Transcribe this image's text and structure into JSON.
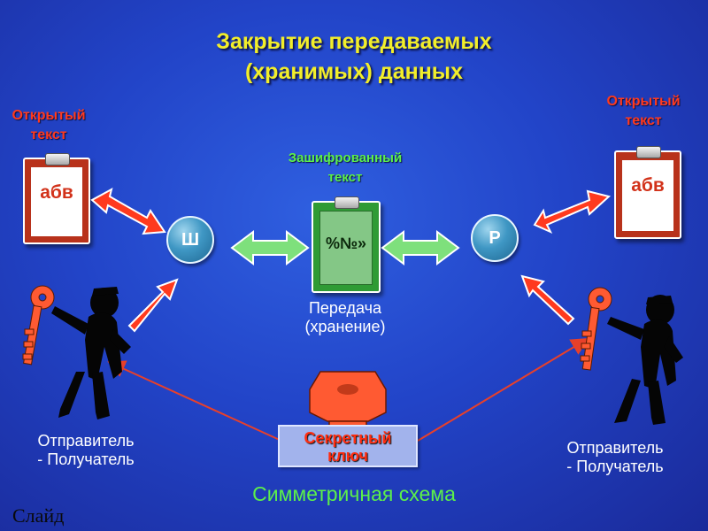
{
  "title_line1": "Закрытие передаваемых",
  "title_line2": "(хранимых) данных",
  "left_plaintext": {
    "line1": "Открытый",
    "line2": "текст",
    "board": "абв"
  },
  "right_plaintext": {
    "line1": "Открытый",
    "line2": "текст",
    "board": "абв"
  },
  "ciphertext": {
    "line1": "Зашифрованный",
    "line2": "текст",
    "board": "%№»"
  },
  "encrypt_node": "Ш",
  "decrypt_node": "Р",
  "transfer": {
    "line1": "Передача",
    "line2": "(хранение)"
  },
  "left_party": {
    "line1": "Отправитель",
    "line2": "- Получатель"
  },
  "right_party": {
    "line1": "Отправитель",
    "line2": "- Получатель"
  },
  "secret_key": {
    "line1": "Секретный",
    "line2": "ключ"
  },
  "scheme_caption": "Симметричная схема",
  "slide_label": "Слайд",
  "colors": {
    "title": "#f2ee2a",
    "red_label": "#ff3a1e",
    "green_label": "#5cf04a",
    "key": "#ff5a32",
    "arrow_red": "#ff3a1e",
    "arrow_green": "#7ee07c"
  },
  "icons": [
    "key-icon",
    "person-silhouette-icon",
    "clipboard-icon",
    "double-arrow-icon"
  ]
}
